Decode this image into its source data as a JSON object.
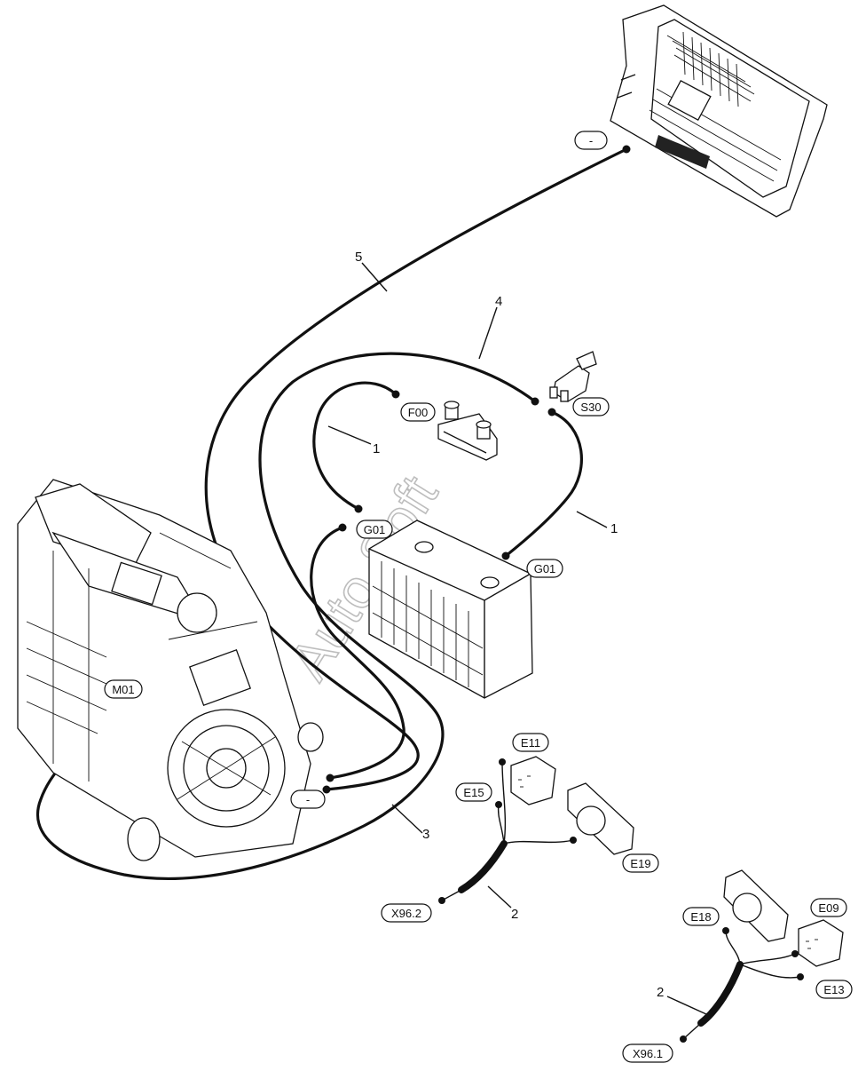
{
  "labels": {
    "minus_top": "-",
    "f00": "F00",
    "s30": "S30",
    "g01_left": "G01",
    "g01_right": "G01",
    "m01": "M01",
    "minus_bottom": "-",
    "e11": "E11",
    "e15": "E15",
    "e19": "E19",
    "x96_2": "X96.2",
    "e18": "E18",
    "e09": "E09",
    "e13": "E13",
    "x96_1": "X96.1"
  },
  "numbers": {
    "n5": "5",
    "n4": "4",
    "n1_left": "1",
    "n1_right": "1",
    "n3": "3",
    "n2_left": "2",
    "n2_right": "2"
  },
  "watermark": "Auto Soft"
}
